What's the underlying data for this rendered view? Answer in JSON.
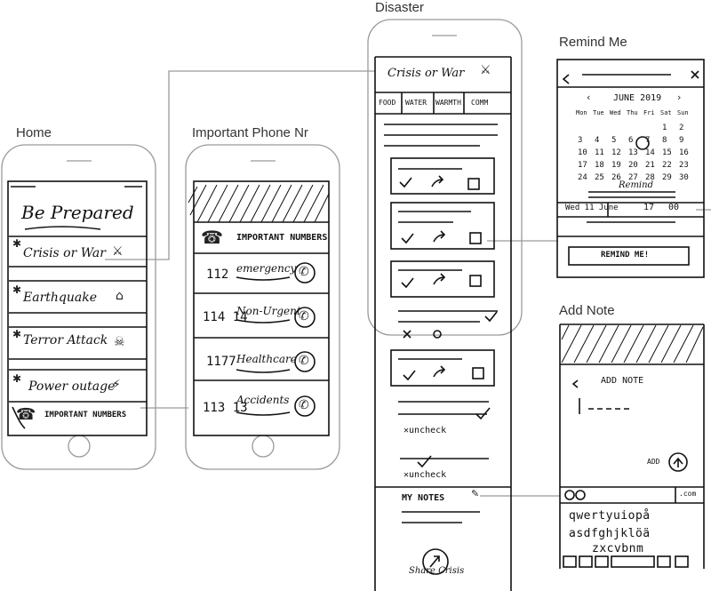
{
  "screens": {
    "home": {
      "title": "Home",
      "app_title": "Be Prepared",
      "items": [
        "Crisis or War",
        "Earthquake",
        "Terror Attack",
        "Power outage"
      ],
      "footer": "IMPORTANT NUMBERS"
    },
    "phone": {
      "title": "Important Phone Nr",
      "header": "IMPORTANT NUMBERS",
      "rows": [
        {
          "number": "112",
          "label": "emergency"
        },
        {
          "number": "114 14",
          "label": "Non-Urgent"
        },
        {
          "number": "1177",
          "label": "Healthcare"
        },
        {
          "number": "113 13",
          "label": "Accidents"
        }
      ]
    },
    "disaster": {
      "title": "Disaster",
      "header": "Crisis or War",
      "tabs": [
        "FOOD",
        "WATER",
        "WARMTH",
        "COMM"
      ],
      "uncheck_label": "uncheck",
      "notes_label": "MY NOTES",
      "share_label": "Share Crisis"
    },
    "remind": {
      "title": "Remind Me",
      "month": "JUNE 2019",
      "weekdays": [
        "Mon",
        "Tue",
        "Wed",
        "Thu",
        "Fri",
        "Sat",
        "Sun"
      ],
      "weeks": [
        [
          "",
          "",
          "",
          "",
          "",
          "1",
          "2"
        ],
        [
          "3",
          "4",
          "5",
          "6",
          "7",
          "8",
          "9"
        ],
        [
          "10",
          "11",
          "12",
          "13",
          "14",
          "15",
          "16"
        ],
        [
          "17",
          "18",
          "19",
          "20",
          "21",
          "22",
          "23"
        ],
        [
          "24",
          "25",
          "26",
          "27",
          "28",
          "29",
          "30"
        ]
      ],
      "selected_day": "11",
      "remind_label": "Remind",
      "picker_date": "Wed 11 June",
      "picker_hour": "17",
      "picker_min": "00",
      "button": "REMIND ME!"
    },
    "note": {
      "title": "Add Note",
      "header": "ADD NOTE",
      "add_label": "ADD",
      "keyboard_row1": "qwertyuiopå",
      "keyboard_row2": "asdfghjklöä",
      "keyboard_row3": "zxcvbnm",
      "suggestion": ".com"
    }
  }
}
